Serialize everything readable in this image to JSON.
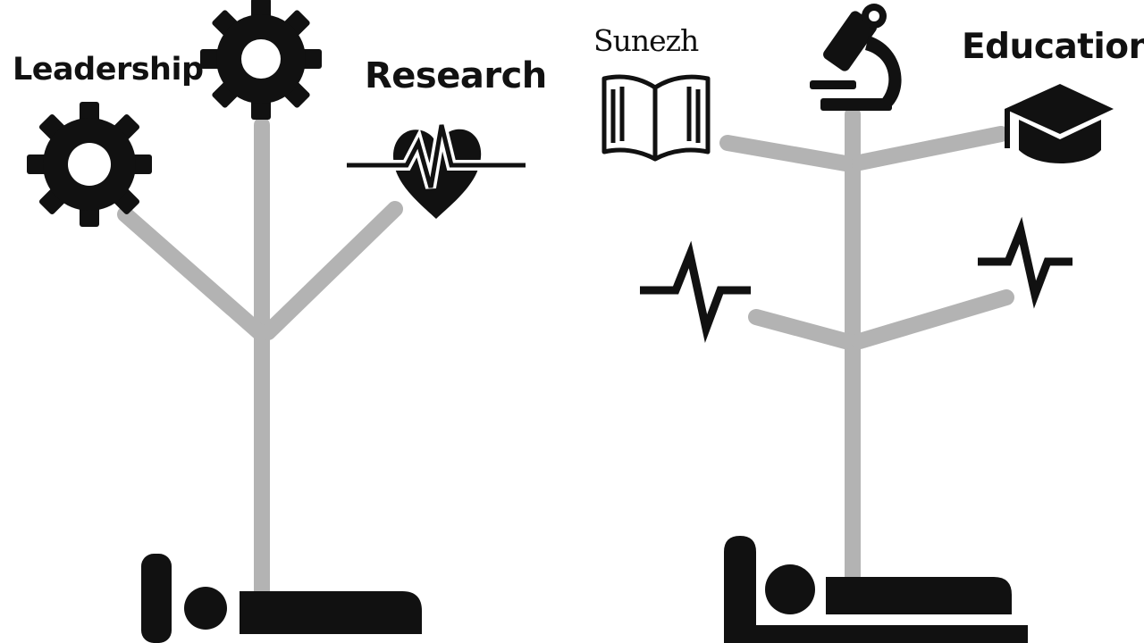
{
  "labels": {
    "leadership": "Leadership",
    "research": "Research",
    "garbled": "Sunezh",
    "education": "Education"
  },
  "colors": {
    "icon": "#111111",
    "branch": "#b3b3b3",
    "background": "#ffffff"
  },
  "icons": {
    "left_tree": [
      "gear-icon",
      "gear-icon",
      "heartbeat-icon",
      "patient-in-bed-icon"
    ],
    "right_tree": [
      "open-book-icon",
      "microscope-icon",
      "graduation-cap-icon",
      "pulse-line-icon",
      "pulse-line-icon",
      "patient-in-bed-icon"
    ]
  }
}
